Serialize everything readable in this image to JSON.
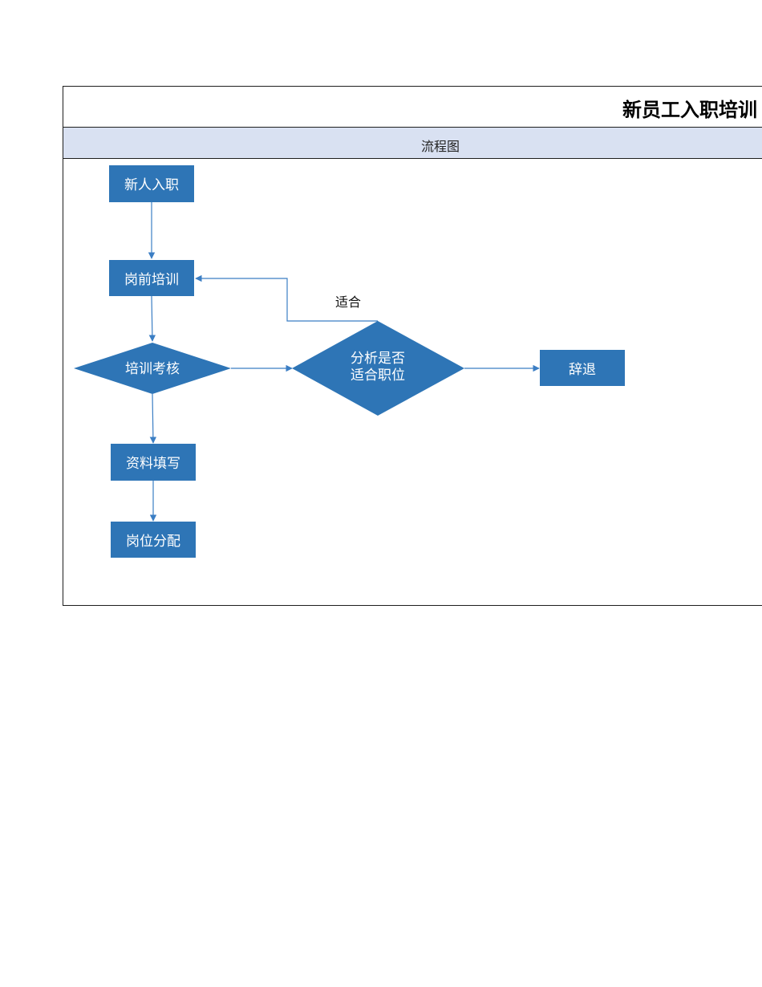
{
  "document": {
    "title": "新员工入职培训",
    "section_header": "流程图"
  },
  "colors": {
    "node_fill": "#2e75b6",
    "edge": "#3b7ec4",
    "header_fill": "#d9e1f2",
    "border": "#1e1e1e"
  },
  "flowchart": {
    "nodes": {
      "start": "新人入职",
      "pre_training": "岗前培训",
      "assessment": "培训考核",
      "analysis_line1": "分析是否",
      "analysis_line2": "适合职位",
      "dismiss": "辞退",
      "fill_info": "资料填写",
      "assign": "岗位分配"
    },
    "edge_labels": {
      "suitable": "适合"
    }
  }
}
